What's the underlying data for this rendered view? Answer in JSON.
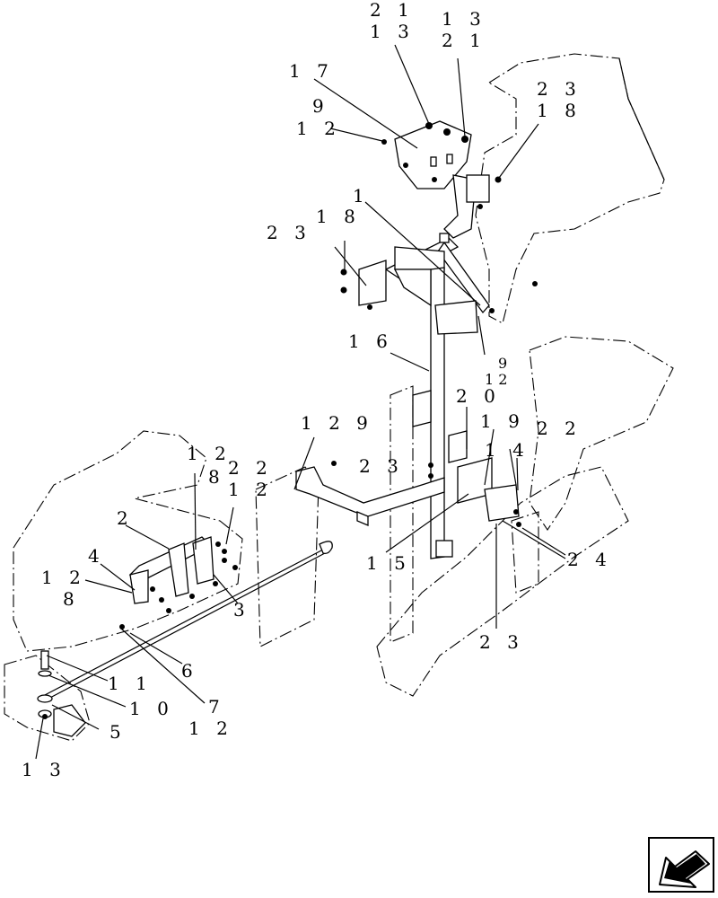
{
  "callouts": {
    "c_21_top": "2 1",
    "c_13_top": "1 3",
    "c_13_b": "1 3",
    "c_21_b": "2 1",
    "c_17": "1 7",
    "c_9_top": "9",
    "c_12_top": "1 2",
    "c_23_r": "2 3",
    "c_18_r": "1 8",
    "c_1_top": "1",
    "c_23_l": "2 3",
    "c_18_l": "1 8",
    "c_16": "1 6",
    "c_9_mid": "9",
    "c_12_mid": "1 2",
    "c_20": "2 0",
    "c_19": "1 9",
    "c_14": "1 4",
    "c_22_r": "2 2",
    "c_12_9": "1 2 9",
    "c_23_m": "2 3",
    "c_12_a": "1 2",
    "c_8_a": "8",
    "c_22_l": "2 2",
    "c_12_b": "1 2",
    "c_2": "2",
    "c_4": "4",
    "c_12_c": "1 2",
    "c_8_b": "8",
    "c_3": "3",
    "c_15": "1 5",
    "c_24": "2 4",
    "c_23_bot": "2 3",
    "c_6": "6",
    "c_11": "1 1",
    "c_10": "1 0",
    "c_7": "7",
    "c_12_d": "1 2",
    "c_5": "5",
    "c_13_bot": "1 3"
  },
  "icons": {
    "nav": "return-arrow-icon"
  }
}
